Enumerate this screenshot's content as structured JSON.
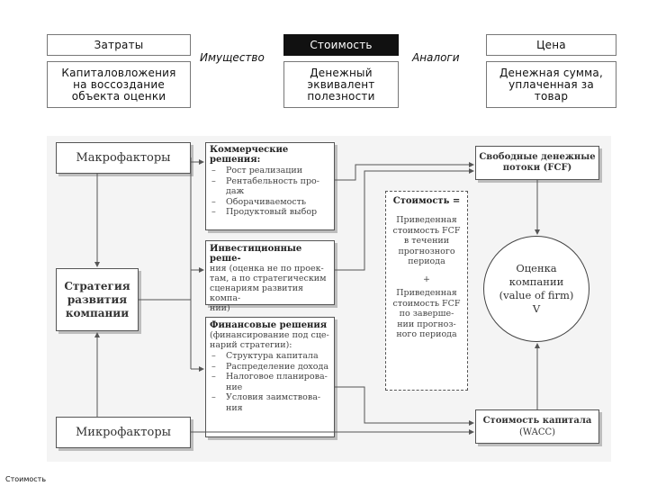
{
  "top": {
    "zatraty": "Затраты",
    "kapital": "Капиталовложения\nна воссоздание\nобъекта оценки",
    "imushchestvo": "Имущество",
    "stoimost": "Стоимость",
    "denezhny": "Денежный\nэквивалент\nполезности",
    "analogi": "Аналоги",
    "tsena": "Цена",
    "summa": "Денежная сумма,\nуплаченная за\nтовар"
  },
  "diagram": {
    "macro": "Макрофакторы",
    "strategy": "Стратегия\nразвития\nкомпании",
    "micro": "Микрофакторы",
    "commercial": {
      "title": "Коммерческие решения:",
      "items": [
        "Рост реализации",
        "Рентабельность про-\nдаж",
        "Оборачиваемость",
        "Продуктовый выбор"
      ]
    },
    "investment": {
      "title": "Инвестиционные реше-",
      "text": "ния (оценка не по проек-\nтам, а по стратегическим\nсценариям развития компа-\nнии)"
    },
    "financial": {
      "title": "Финансовые решения",
      "text": "(финансирование под сце-\nнарий стратегии):",
      "items": [
        "Структура капитала",
        "Распределение дохода",
        "Налоговое планирова-\nние",
        "Условия заимствова-\nния"
      ]
    },
    "value_eq": {
      "title": "Стоимость =",
      "part1": "Приведенная\nстоимость FCF\nв течении\nпрогнозного\nпериода",
      "plus": "+",
      "part2": "Приведенная\nстоимость FCF\nпо заверше-\nнии прогноз-\nного периода"
    },
    "fcf": "Свободные денежные\nпотоки (FCF)",
    "valuation": "Оценка\nкомпании\n(value of firm)\nV",
    "wacc_title": "Стоимость капитала",
    "wacc": "(WACC)"
  },
  "footer": "Стоимость"
}
